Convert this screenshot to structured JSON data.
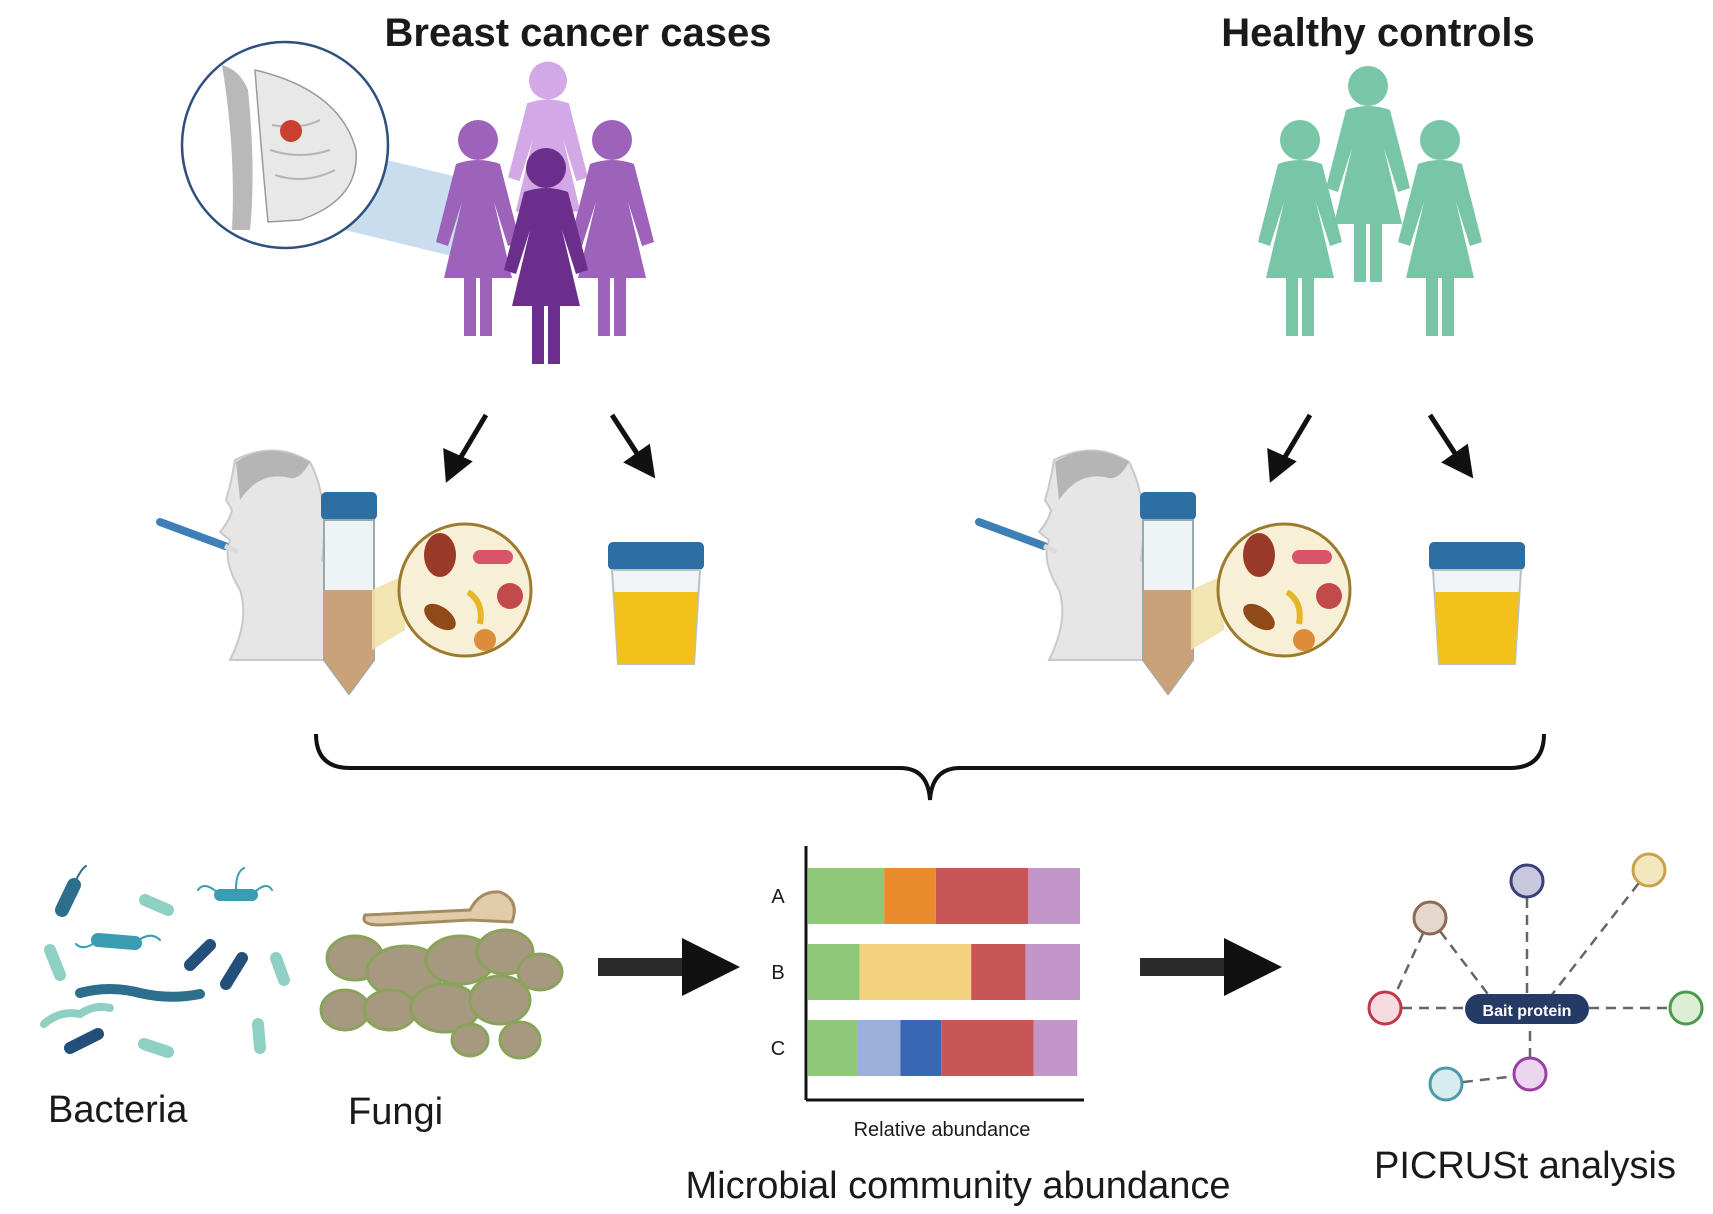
{
  "groups": {
    "cases_title": "Breast cancer cases",
    "controls_title": "Healthy controls"
  },
  "organisms": {
    "bacteria_label": "Bacteria",
    "fungi_label": "Fungi"
  },
  "abundance": {
    "caption": "Microbial community abundance"
  },
  "network": {
    "caption": "PICRUSt analysis",
    "hub_label": "Bait protein",
    "node_colors": [
      "#3b3f7a",
      "#c9a24a",
      "#8c6a55",
      "#c0394b",
      "#4a9a4a",
      "#9b3fa5",
      "#4a9aa8"
    ]
  },
  "colors": {
    "cases_dark": "#6c2e8c",
    "cases_mid": "#9d62b9",
    "cases_light": "#d2a8e6",
    "controls": "#78c5a7",
    "sample_fluid": "#f3c21a",
    "tube_cap": "#2e6fa3"
  },
  "chart_data": {
    "type": "bar",
    "stacked": true,
    "orientation": "horizontal",
    "xlabel": "Relative abundance",
    "ylabel": "",
    "categories": [
      "A",
      "B",
      "C"
    ],
    "xlim": [
      0,
      1
    ],
    "grid": false,
    "series": [
      {
        "color": "#90c879",
        "values": [
          0.28,
          0.19,
          0.18
        ]
      },
      {
        "color": "#e98b2c",
        "values": [
          0.19,
          0,
          0
        ]
      },
      {
        "color": "#f4d27f",
        "values": [
          0,
          0.41,
          0
        ]
      },
      {
        "color": "#9bb0db",
        "values": [
          0,
          0,
          0.16
        ]
      },
      {
        "color": "#3868b4",
        "values": [
          0,
          0,
          0.15
        ]
      },
      {
        "color": "#c95657",
        "values": [
          0.34,
          0.2,
          0.34
        ]
      },
      {
        "color": "#c396c9",
        "values": [
          0.19,
          0.2,
          0.16
        ]
      }
    ]
  }
}
